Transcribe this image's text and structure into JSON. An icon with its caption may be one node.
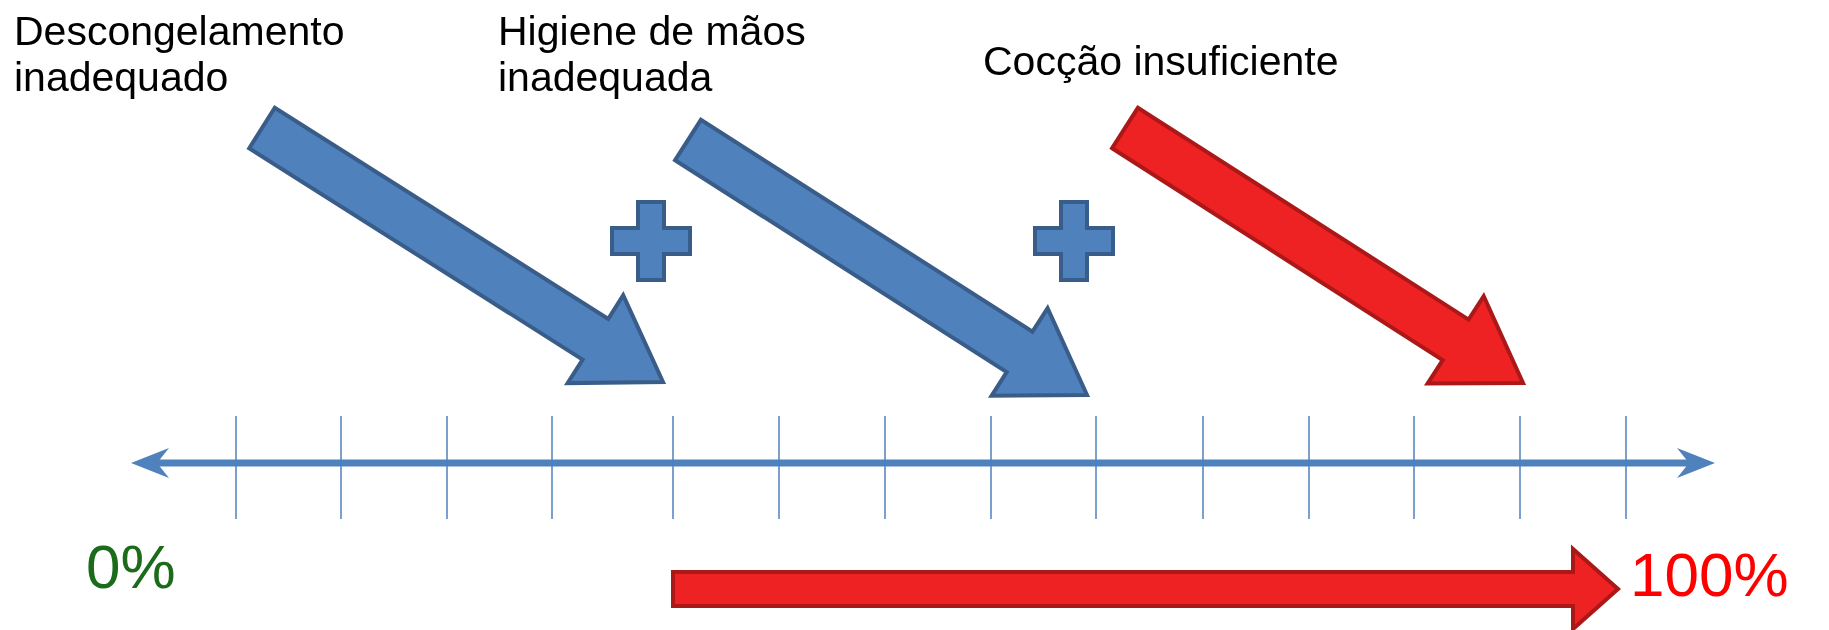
{
  "diagram": {
    "nodes": [
      {
        "text": [
          "Descongelamento inadequado"
        ]
      },
      {
        "text": [
          "Higiene de mãos inadequada"
        ]
      },
      {
        "text": [
          "Cocção insuficiente"
        ]
      },
      {
        "text": [
          "0%"
        ]
      },
      {
        "text": [
          "100%"
        ]
      }
    ],
    "edges": [
      {
        "from": 0,
        "to": null,
        "arrow": "to"
      },
      {
        "from": 1,
        "to": null,
        "arrow": "to"
      },
      {
        "from": 2,
        "to": null,
        "arrow": "to",
        "color": "#ee2222"
      },
      {
        "from": null,
        "to": 4,
        "arrow": "to",
        "color": "#ee2222"
      }
    ]
  }
}
